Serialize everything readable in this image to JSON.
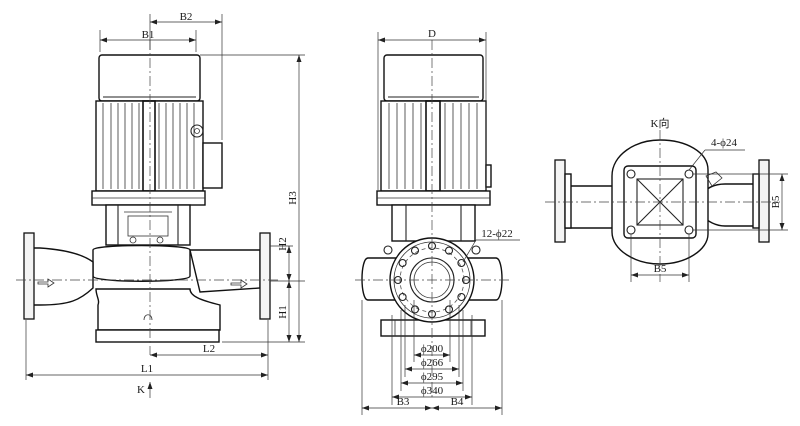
{
  "labels": {
    "b1": "B1",
    "b2": "B2",
    "d": "D",
    "h1": "H1",
    "h2": "H2",
    "h3": "H3",
    "l1": "L1",
    "l2": "L2",
    "k_arrow": "K",
    "k_view": "K向",
    "bolt_flange": "12-ϕ22",
    "bolt_base": "4-ϕ24",
    "b3": "B3",
    "b4": "B4",
    "b5_h": "B5",
    "b5_v": "B5",
    "d200": "ϕ200",
    "d266": "ϕ266",
    "d295": "ϕ295",
    "d340": "ϕ340"
  }
}
